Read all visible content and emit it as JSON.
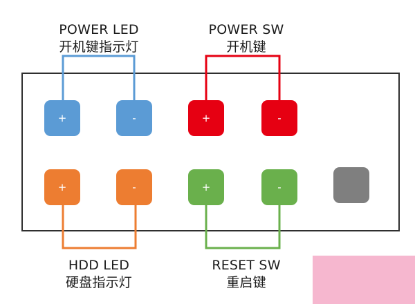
{
  "labels": {
    "power_led": {
      "line1": "POWER LED",
      "line2": "开机键指示灯"
    },
    "power_sw": {
      "line1": "POWER SW",
      "line2": "开机键"
    },
    "hdd_led": {
      "line1": "HDD LED",
      "line2": "硬盘指示灯"
    },
    "reset_sw": {
      "line1": "RESET SW",
      "line2": "重启键"
    }
  },
  "pins": {
    "power_led_plus": {
      "sign": "+",
      "color": "#5b9bd5"
    },
    "power_led_minus": {
      "sign": "-",
      "color": "#5b9bd5"
    },
    "power_sw_plus": {
      "sign": "+",
      "color": "#e60012"
    },
    "power_sw_minus": {
      "sign": "-",
      "color": "#e60012"
    },
    "hdd_led_plus": {
      "sign": "+",
      "color": "#ed7d31"
    },
    "hdd_led_minus": {
      "sign": "-",
      "color": "#ed7d31"
    },
    "reset_sw_plus": {
      "sign": "+",
      "color": "#6ab04c"
    },
    "reset_sw_minus": {
      "sign": "-",
      "color": "#6ab04c"
    },
    "unused_pin": {
      "sign": "",
      "color": "#7f7f7f"
    }
  },
  "wire_colors": {
    "power_led": "#5b9bd5",
    "power_sw": "#e60012",
    "hdd_led": "#ed7d31",
    "reset_sw": "#6ab04c"
  }
}
